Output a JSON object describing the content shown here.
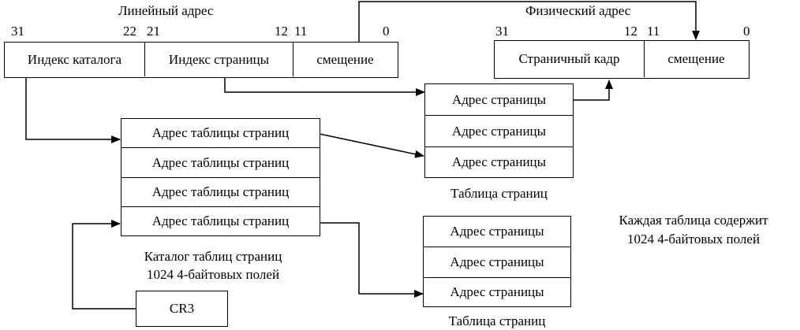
{
  "linear_address": {
    "title": "Линейный адрес",
    "bits": {
      "b31": "31",
      "b22": "22",
      "b21": "21",
      "b12": "12",
      "b11": "11",
      "b0": "0"
    },
    "fields": {
      "directory_index": "Индекс каталога",
      "page_index": "Индекс страницы",
      "offset": "смещение"
    }
  },
  "physical_address": {
    "title": "Физический адрес",
    "bits": {
      "b31": "31",
      "b12": "12",
      "b11": "11",
      "b0": "0"
    },
    "fields": {
      "page_frame": "Страничный кадр",
      "offset": "смещение"
    }
  },
  "page_directory": {
    "entries": [
      "Адрес таблицы страниц",
      "Адрес таблицы страниц",
      "Адрес таблицы страниц",
      "Адрес таблицы страниц"
    ],
    "caption_line1": "Каталог таблиц страниц",
    "caption_line2": "1024 4-байтовых полей"
  },
  "page_table_top": {
    "entries": [
      "Адрес страницы",
      "Адрес страницы",
      "Адрес страницы"
    ],
    "caption": "Таблица страниц"
  },
  "page_table_bottom": {
    "entries": [
      "Адрес страницы",
      "Адрес страницы",
      "Адрес страницы"
    ],
    "caption": "Таблица страниц"
  },
  "note": {
    "line1": "Каждая таблица содержит",
    "line2": "1024 4-байтовых полей"
  },
  "cr3": {
    "label": "CR3"
  }
}
